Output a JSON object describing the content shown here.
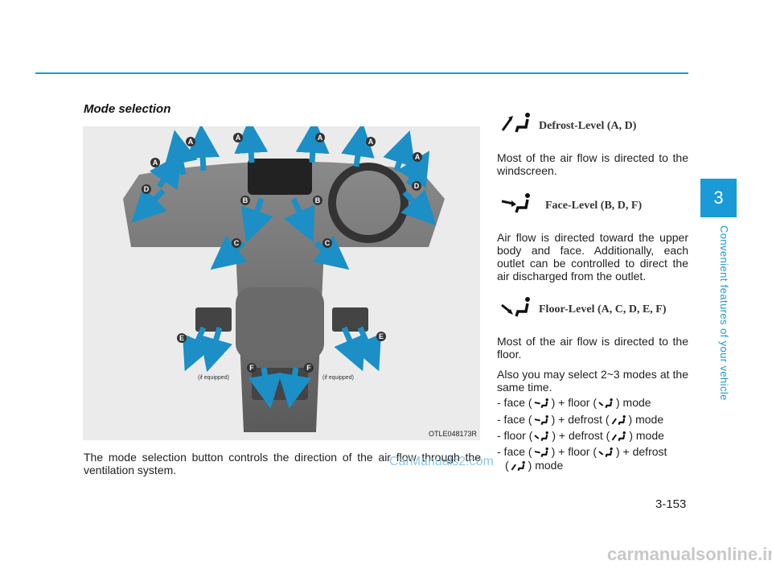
{
  "section_title": "Mode selection",
  "figure": {
    "code": "OTLE048173R",
    "note_left": "(if equipped)",
    "note_right": "(if equipped)",
    "outlet_labels": [
      "A",
      "A",
      "A",
      "A",
      "A",
      "A",
      "B",
      "B",
      "C",
      "C",
      "D",
      "D",
      "E",
      "E",
      "F",
      "F"
    ]
  },
  "caption": "The mode selection button controls the direction of the air flow through the ventilation system.",
  "modes": [
    {
      "heading": "Defrost-Level (A, D)",
      "icon": "defrost-level-icon",
      "text": "Most of the air flow is directed to the windscreen."
    },
    {
      "heading": "Face-Level (B, D, F)",
      "icon": "face-level-icon",
      "text": "Air flow is directed toward the upper body and face. Additionally, each outlet can be controlled to direct the air discharged from the outlet."
    },
    {
      "heading": "Floor-Level (A, C, D, E, F)",
      "icon": "floor-level-icon",
      "text": "Most of the air flow is directed to the floor."
    }
  ],
  "combo_intro": "Also you may select 2~3 modes at the same time.",
  "combos": {
    "c1": {
      "prefix": "- face (",
      "mid1": ") + floor (",
      "suffix": ") mode"
    },
    "c2": {
      "prefix": "- face (",
      "mid1": ") + defrost (",
      "suffix": ") mode"
    },
    "c3": {
      "prefix": "- floor (",
      "mid1": ") + defrost (",
      "suffix": ") mode"
    },
    "c4": {
      "prefix": "- face (",
      "mid1": ") + floor (",
      "mid2": ") + defrost",
      "line2_prefix": "(",
      "suffix": ") mode"
    }
  },
  "chapter_number": "3",
  "chapter_title": "Convenient features of your vehicle",
  "page_number": "3-153",
  "watermark_1": "CarManuals2.com",
  "watermark_2": "carmanualsonline.info",
  "colors": {
    "accent": "#1a9ad6",
    "arrow": "#1b8fc6"
  }
}
